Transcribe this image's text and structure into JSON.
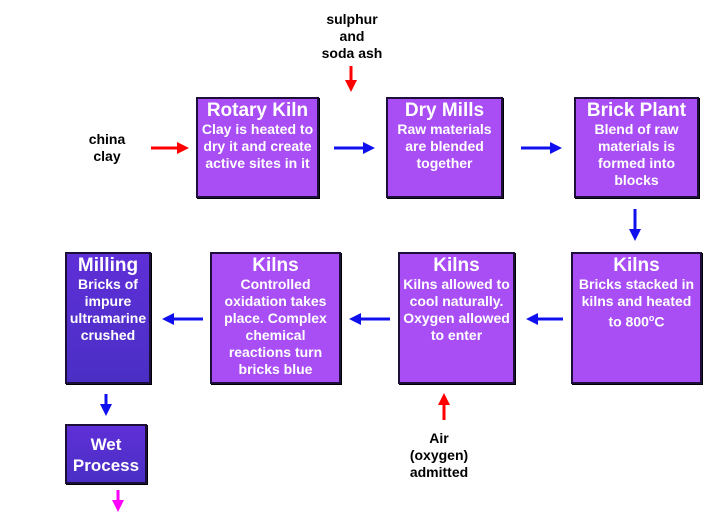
{
  "colors": {
    "input_arrow": "#ff0000",
    "flow_arrow": "#1010ee",
    "output_arrow": "#ff00ff",
    "box_purple": "#a94df5",
    "box_indigo": "#4f2fcc"
  },
  "inputs": {
    "china_clay": {
      "line1": "china",
      "line2": "clay"
    },
    "sulphur": {
      "line1": "sulphur",
      "line2": "and",
      "line3": "soda ash"
    },
    "air": {
      "line1": "Air",
      "line2": "(oxygen)",
      "line3": "admitted"
    }
  },
  "boxes": {
    "rotary_kiln": {
      "title": "Rotary Kiln",
      "text": "Clay is heated to dry it and create active sites in it"
    },
    "dry_mills": {
      "title": "Dry Mills",
      "text": "Raw materials are blended together"
    },
    "brick_plant": {
      "title": "Brick Plant",
      "text": "Blend of raw materials is formed into blocks"
    },
    "kilns_heat": {
      "title": "Kilns",
      "text": "Bricks stacked in kilns and heated to 800",
      "sup": "o",
      "after": "C"
    },
    "kilns_cool": {
      "title": "Kilns",
      "text": "Kilns allowed to cool naturally. Oxygen allowed to enter"
    },
    "kilns_oxidation": {
      "title": "Kilns",
      "text": "Controlled oxidation takes place. Complex chemical reactions turn bricks blue"
    },
    "milling": {
      "title": "Milling",
      "text": "Bricks of impure ultramarine crushed"
    },
    "wet_process": {
      "title": "Wet Process"
    }
  }
}
